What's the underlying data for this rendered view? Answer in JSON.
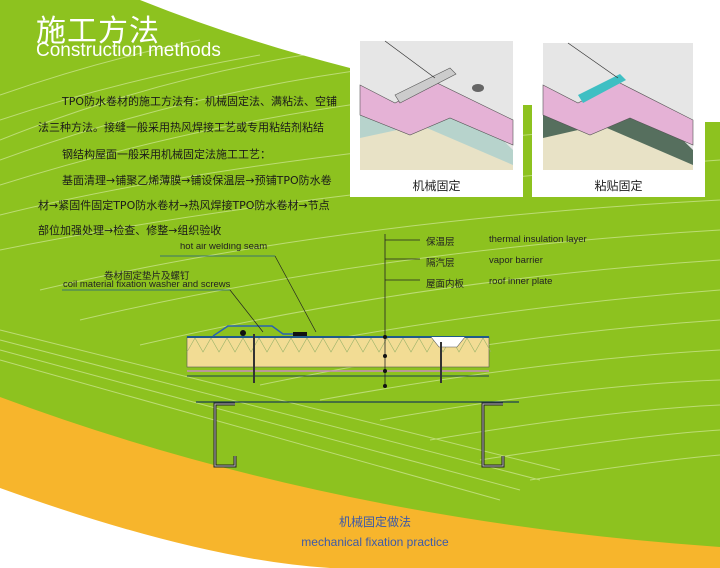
{
  "header": {
    "title_cn": "施工方法",
    "title_en": "Construction methods"
  },
  "intro": {
    "lines": [
      "TPO防水卷材的施工方法有：机械固定法、满粘法、空铺",
      "法三种方法。接缝一般采用热风焊接工艺或专用粘结剂粘结",
      "钢结构屋面一般采用机械固定法施工工艺：",
      "基面清理→铺聚乙烯薄膜→铺设保温层→预铺TPO防水卷",
      "材→紧固件固定TPO防水卷材→热风焊接TPO防水卷材→节点",
      "部位加强处理→检查、修整→组织验收"
    ]
  },
  "photos": [
    {
      "caption": "机械固定"
    },
    {
      "caption": "粘贴固定"
    }
  ],
  "diagram": {
    "seam_label": "hot air welding seam",
    "washer_label_cn": "卷材固定垫片及螺钉",
    "washer_label_en": "coil material fixation washer and screws",
    "layers": [
      {
        "cn": "保温层",
        "en": "thermal insulation layer"
      },
      {
        "cn": "隔汽层",
        "en": "vapor barrier"
      },
      {
        "cn": "屋面内板",
        "en": "roof inner plate"
      }
    ]
  },
  "footer": {
    "title_cn": "机械固定做法",
    "title_en": "mechanical fixation practice"
  },
  "colors": {
    "green": "#8dc21f",
    "orange": "#f7b52c",
    "blue_text": "#3d5aa8"
  }
}
